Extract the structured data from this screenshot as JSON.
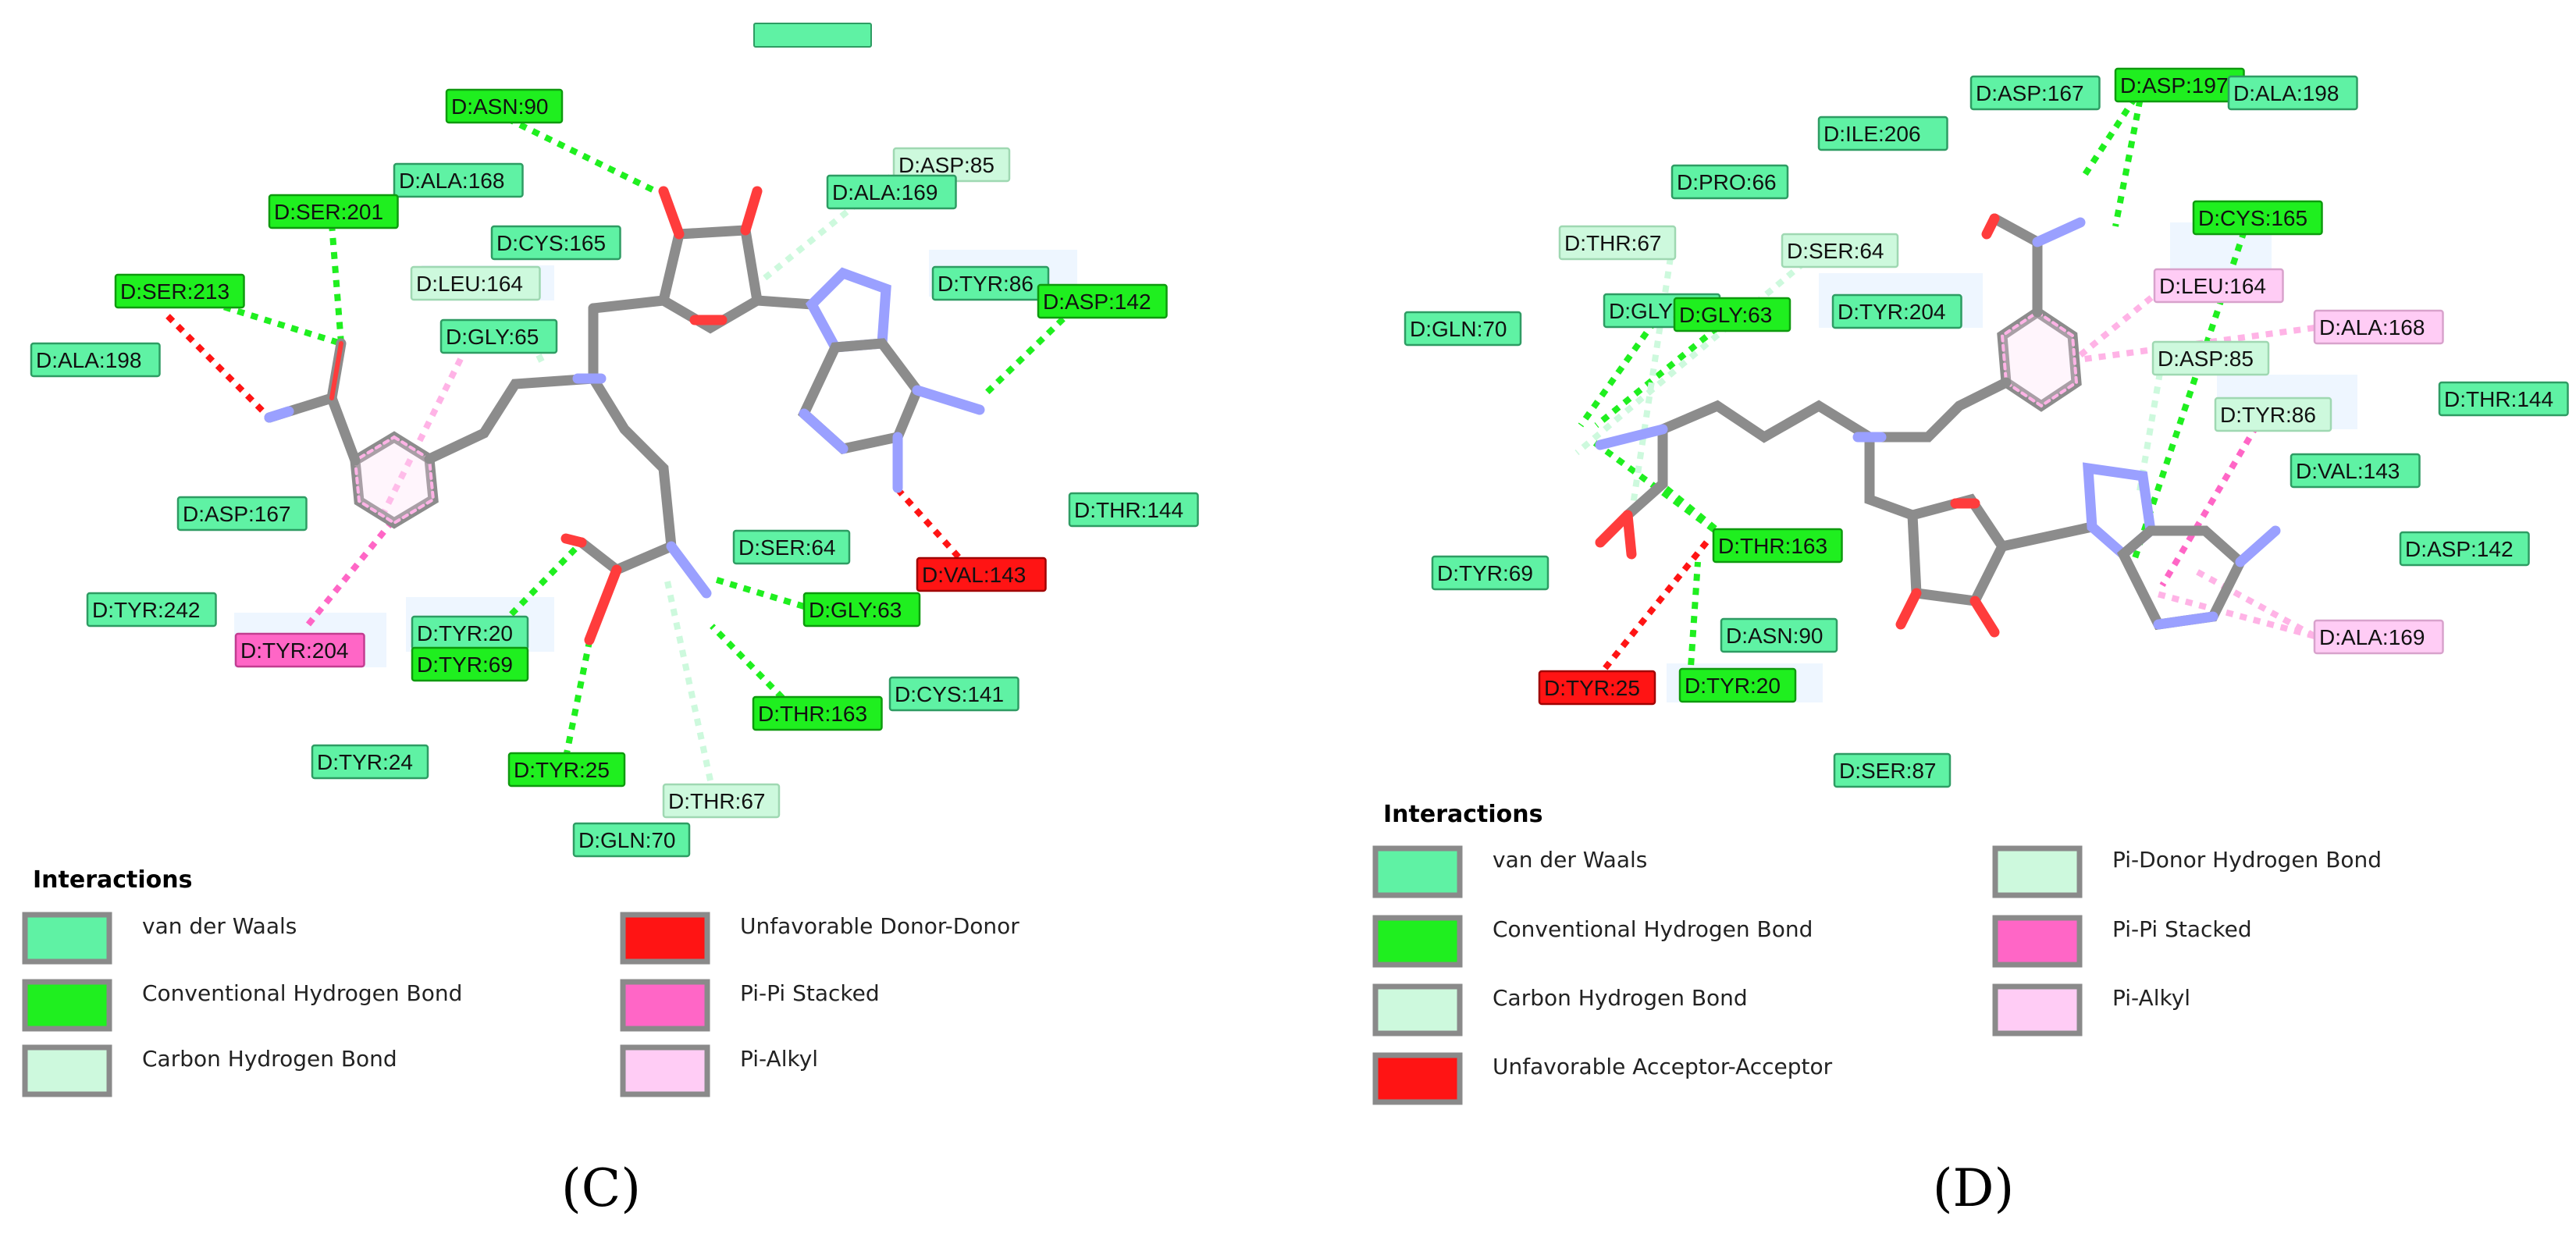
{
  "colors": {
    "vdw": "#5ff2a4",
    "conv_hb": "#1fef1f",
    "ch_bond": "#cdf9dd",
    "unfav": "#ff1414",
    "pipi": "#ff66c6",
    "pialkyl": "#ffccf5"
  },
  "panels": [
    {
      "label": "(C)",
      "residues": [
        {
          "text": "D:ASN:90",
          "type": "conv_hb"
        },
        {
          "text": "D:ALA:168",
          "type": "vdw"
        },
        {
          "text": "D:SER:201",
          "type": "conv_hb"
        },
        {
          "text": "D:ASP:85",
          "type": "ch_bond"
        },
        {
          "text": "D:ALA:169",
          "type": "vdw"
        },
        {
          "text": "D:CYS:165",
          "type": "vdw"
        },
        {
          "text": "D:LEU:164",
          "type": "ch_bond"
        },
        {
          "text": "D:SER:213",
          "type": "conv_hb"
        },
        {
          "text": "D:TYR:86",
          "type": "vdw"
        },
        {
          "text": "D:ASP:142",
          "type": "conv_hb"
        },
        {
          "text": "D:GLY:65",
          "type": "vdw"
        },
        {
          "text": "D:ALA:198",
          "type": "vdw"
        },
        {
          "text": "D:ASP:167",
          "type": "vdw"
        },
        {
          "text": "D:THR:144",
          "type": "vdw"
        },
        {
          "text": "D:SER:64",
          "type": "vdw"
        },
        {
          "text": "D:VAL:143",
          "type": "unfav"
        },
        {
          "text": "D:TYR:242",
          "type": "vdw"
        },
        {
          "text": "D:TYR:20",
          "type": "vdw"
        },
        {
          "text": "D:GLY:63",
          "type": "conv_hb"
        },
        {
          "text": "D:TYR:204",
          "type": "pipi"
        },
        {
          "text": "D:TYR:69",
          "type": "conv_hb"
        },
        {
          "text": "D:THR:163",
          "type": "conv_hb"
        },
        {
          "text": "D:CYS:141",
          "type": "vdw"
        },
        {
          "text": "D:TYR:24",
          "type": "vdw"
        },
        {
          "text": "D:TYR:25",
          "type": "conv_hb"
        },
        {
          "text": "D:THR:67",
          "type": "ch_bond"
        },
        {
          "text": "D:GLN:70",
          "type": "vdw"
        }
      ],
      "legend_title": "Interactions",
      "legend": [
        {
          "label": "van der Waals",
          "type": "vdw"
        },
        {
          "label": "Conventional Hydrogen Bond",
          "type": "conv_hb"
        },
        {
          "label": "Carbon Hydrogen Bond",
          "type": "ch_bond"
        },
        {
          "label": "Unfavorable Donor-Donor",
          "type": "unfav"
        },
        {
          "label": "Pi-Pi Stacked",
          "type": "pipi"
        },
        {
          "label": "Pi-Alkyl",
          "type": "pialkyl"
        }
      ]
    },
    {
      "label": "(D)",
      "residues": [
        {
          "text": "D:ASP:167",
          "type": "vdw"
        },
        {
          "text": "D:ASP:197",
          "type": "conv_hb"
        },
        {
          "text": "D:ALA:198",
          "type": "vdw"
        },
        {
          "text": "D:ILE:206",
          "type": "vdw"
        },
        {
          "text": "D:PRO:66",
          "type": "vdw"
        },
        {
          "text": "D:CYS:165",
          "type": "conv_hb"
        },
        {
          "text": "D:THR:67",
          "type": "ch_bond"
        },
        {
          "text": "D:SER:64",
          "type": "ch_bond"
        },
        {
          "text": "D:LEU:164",
          "type": "pialkyl"
        },
        {
          "text": "D:GLY:65",
          "type": "vdw"
        },
        {
          "text": "D:GLY:63",
          "type": "conv_hb"
        },
        {
          "text": "D:TYR:204",
          "type": "vdw"
        },
        {
          "text": "D:ALA:168",
          "type": "pialkyl"
        },
        {
          "text": "D:GLN:70",
          "type": "vdw"
        },
        {
          "text": "D:ASP:85",
          "type": "ch_bond"
        },
        {
          "text": "D:THR:144",
          "type": "vdw"
        },
        {
          "text": "D:TYR:86",
          "type": "ch_bond"
        },
        {
          "text": "D:VAL:143",
          "type": "vdw"
        },
        {
          "text": "D:THR:163",
          "type": "conv_hb"
        },
        {
          "text": "D:ASP:142",
          "type": "vdw"
        },
        {
          "text": "D:TYR:69",
          "type": "vdw"
        },
        {
          "text": "D:ASN:90",
          "type": "vdw"
        },
        {
          "text": "D:ALA:169",
          "type": "pialkyl"
        },
        {
          "text": "D:TYR:25",
          "type": "unfav"
        },
        {
          "text": "D:TYR:20",
          "type": "conv_hb"
        },
        {
          "text": "D:SER:87",
          "type": "vdw"
        }
      ],
      "legend_title": "Interactions",
      "legend": [
        {
          "label": "van der Waals",
          "type": "vdw"
        },
        {
          "label": "Conventional Hydrogen Bond",
          "type": "conv_hb"
        },
        {
          "label": "Carbon Hydrogen Bond",
          "type": "ch_bond"
        },
        {
          "label": "Unfavorable Acceptor-Acceptor",
          "type": "unfav"
        },
        {
          "label": "Pi-Donor Hydrogen Bond",
          "type": "ch_bond"
        },
        {
          "label": "Pi-Pi Stacked",
          "type": "pipi"
        },
        {
          "label": "Pi-Alkyl",
          "type": "pialkyl"
        }
      ]
    }
  ]
}
